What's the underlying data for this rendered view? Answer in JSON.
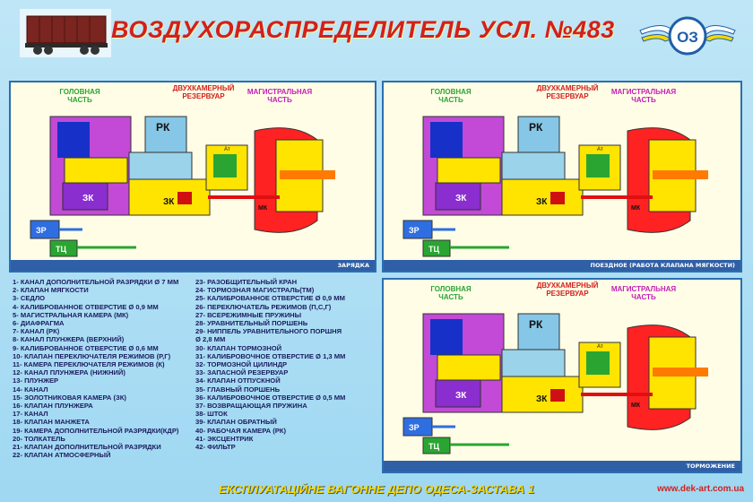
{
  "header": {
    "title": "ВОЗДУХОРАСПРЕДЕЛИТЕЛЬ УСЛ. №483",
    "logo_text": "ОЗ",
    "icons": [
      "freight-wagon-icon",
      "railway-wings-logo"
    ]
  },
  "colors": {
    "title_red": "#d2201d",
    "panel_border": "#2b6fb0",
    "accent_green": "#2aa532",
    "accent_magenta": "#c21fb7"
  },
  "panels": [
    {
      "labels": {
        "head": "ГОЛОВНАЯ ЧАСТЬ",
        "chamber": "ДВУХКАМЕРНЫЙ РЕЗЕРВУАР",
        "main": "МАГИСТРАЛЬНАЯ ЧАСТЬ"
      },
      "mode_caption": "ЗАРЯДКА",
      "parts": {
        "rk": "РК",
        "zk": "ЗК",
        "zr": "ЗР",
        "tc": "ТЦ",
        "at": "Ат",
        "mk": "МК",
        "zk_small": "ЗК"
      }
    },
    {
      "labels": {
        "head": "ГОЛОВНАЯ ЧАСТЬ",
        "chamber": "ДВУХКАМЕРНЫЙ РЕЗЕРВУАР",
        "main": "МАГИСТРАЛЬНАЯ ЧАСТЬ"
      },
      "mode_caption": "ПОЕЗДНОЕ (РАБОТА КЛАПАНА МЯГКОСТИ)",
      "parts": {
        "rk": "РК",
        "zk": "ЗК",
        "zr": "ЗР",
        "tc": "ТЦ",
        "at": "Ат",
        "mk": "МК",
        "zk_small": "ЗК"
      }
    },
    {
      "labels": {
        "head": "ГОЛОВНАЯ ЧАСТЬ",
        "chamber": "ДВУХКАМЕРНЫЙ РЕЗЕРВУАР",
        "main": "МАГИСТРАЛЬНАЯ ЧАСТЬ"
      },
      "mode_caption": "ТОРМОЖЕНИЕ",
      "parts": {
        "rk": "РК",
        "zk": "ЗК",
        "zr": "ЗР",
        "tc": "ТЦ",
        "at": "Ат",
        "mk": "МК",
        "zk_small": "ЗК"
      }
    }
  ],
  "legend": {
    "col1": [
      "1- КАНАЛ ДОПОЛНИТЕЛЬНОЙ РАЗРЯДКИ Ø 7 ММ",
      "2- КЛАПАН МЯГКОСТИ",
      "3- СЕДЛО",
      "4- КАЛИБРОВАННОЕ ОТВЕРСТИЕ Ø 0,9 ММ",
      "5- МАГИСТРАЛЬНАЯ КАМЕРА (МК)",
      "6- ДИАФРАГМА",
      "7- КАНАЛ (РК)",
      "8- КАНАЛ ПЛУНЖЕРА (ВЕРХНИЙ)",
      "9- КАЛИБРОВАННОЕ ОТВЕРСТИЕ Ø 0,6 ММ",
      "10- КЛАПАН ПЕРЕКЛЮЧАТЕЛЯ РЕЖИМОВ (Р,Г)",
      "11- КАМЕРА ПЕРЕКЛЮЧАТЕЛЯ РЕЖИМОВ (К)",
      "12- КАНАЛ ПЛУНЖЕРА (НИЖНИЙ)",
      "13- ПЛУНЖЕР",
      "14- КАНАЛ",
      "15- ЗОЛОТНИКОВАЯ КАМЕРА (ЗК)",
      "16- КЛАПАН ПЛУНЖЕРА",
      "17- КАНАЛ",
      "18- КЛАПАН МАНЖЕТА",
      "19- КАМЕРА ДОПОЛНИТЕЛЬНОЙ РАЗРЯДКИ(КДР)",
      "20- ТОЛКАТЕЛЬ",
      "21- КЛАПАН ДОПОЛНИТЕЛЬНОЙ РАЗРЯДКИ",
      "22- КЛАПАН АТМОСФЕРНЫЙ"
    ],
    "col2": [
      "23- РАЗОБЩИТЕЛЬНЫЙ КРАН",
      "24- ТОРМОЗНАЯ МАГИСТРАЛЬ(ТМ)",
      "25- КАЛИБРОВАННОЕ ОТВЕРСТИЕ Ø 0,9 ММ",
      "26- ПЕРЕКЛЮЧАТЕЛЬ РЕЖИМОВ (П,С,Г)",
      "27- ВСЕРЕЖИМНЫЕ ПРУЖИНЫ",
      "28- УРАВНИТЕЛЬНЫЙ ПОРШЕНЬ",
      "29- НИППЕЛЬ УРАВНИТЕЛЬНОГО ПОРШНЯ",
      "      Ø 2,8 ММ",
      "30- КЛАПАН ТОРМОЗНОЙ",
      "31- КАЛИБРОВОЧНОЕ ОТВЕРСТИЕ Ø 1,3 ММ",
      "32- ТОРМОЗНОЙ ЦИЛИНДР",
      "33- ЗАПАСНОЙ РЕЗЕРВУАР",
      "34- КЛАПАН ОТПУСКНОЙ",
      "35- ГЛАВНЫЙ ПОРШЕНЬ",
      "36- КАЛИБРОВОЧНОЕ ОТВЕРСТИЕ Ø 0,5 ММ",
      "37- ВОЗВРАЩАЮЩАЯ ПРУЖИНА",
      "38- ШТОК",
      "39- КЛАПАН ОБРАТНЫЙ",
      "40- РАБОЧАЯ КАМЕРА (РК)",
      "41- ЭКСЦЕНТРИК",
      "42- ФИЛЬТР"
    ]
  },
  "footer": {
    "text": "ЕКСПЛУАТАЦІЙНЕ ВАГОННЕ ДЕПО ОДЕСА-ЗАСТАВА 1",
    "website": "www.dek-art.com.ua"
  }
}
